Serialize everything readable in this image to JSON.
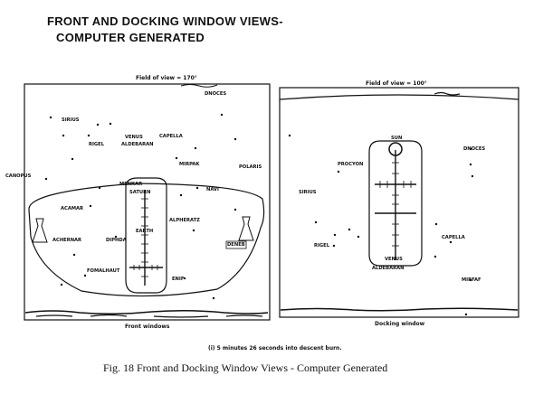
{
  "title": {
    "line1": "FRONT AND DOCKING WINDOW VIEWS-",
    "line2": "COMPUTER GENERATED"
  },
  "front": {
    "fov_label": "Field of view = 170°",
    "window_label": "Front windows",
    "stars": [
      {
        "name": "DNOCES"
      },
      {
        "name": "SIRIUS"
      },
      {
        "name": "VENUS"
      },
      {
        "name": "CAPELLA"
      },
      {
        "name": "RIGEL"
      },
      {
        "name": "ALDEBARAN"
      },
      {
        "name": "MIRPAK"
      },
      {
        "name": "POLARIS"
      },
      {
        "name": "CANOPUS"
      },
      {
        "name": "MENKAR"
      },
      {
        "name": "SATURN"
      },
      {
        "name": "NAVI"
      },
      {
        "name": "ACAMAR"
      },
      {
        "name": "ALPHERATZ"
      },
      {
        "name": "EARTH"
      },
      {
        "name": "DIPHDA"
      },
      {
        "name": "ACHERNAR"
      },
      {
        "name": "DENEB"
      },
      {
        "name": "FOMALHAUT"
      },
      {
        "name": "ENIF"
      }
    ]
  },
  "docking": {
    "fov_label": "Field of view = 100°",
    "window_label": "Docking window",
    "stars": [
      {
        "name": "SUN"
      },
      {
        "name": "DNOCES"
      },
      {
        "name": "PROCYON"
      },
      {
        "name": "SIRIUS"
      },
      {
        "name": "CAPELLA"
      },
      {
        "name": "RIGEL"
      },
      {
        "name": "VENUS"
      },
      {
        "name": "ALDEBARAN"
      },
      {
        "name": "MIRFAF"
      }
    ]
  },
  "note": "(i) 5 minutes 26 seconds into descent burn.",
  "caption": "Fig. 18  Front and Docking Window Views - Computer Generated"
}
